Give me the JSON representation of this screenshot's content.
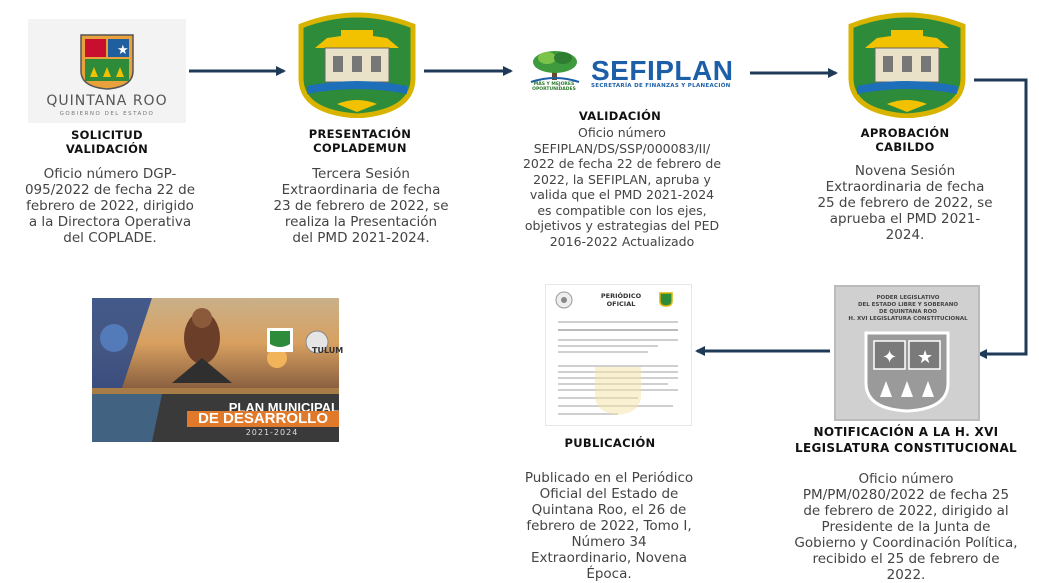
{
  "steps": [
    {
      "title_lines": [
        "SOLICITUD",
        "VALIDACIÓN"
      ],
      "body_lines": [
        "Oficio número DGP-",
        "095/2022 de fecha 22 de",
        "febrero de 2022, dirigido",
        "a la Directora Operativa",
        "del COPLADE."
      ]
    },
    {
      "title_lines": [
        "PRESENTACIÓN",
        "COPLADEMUN"
      ],
      "body_lines": [
        "Tercera Sesión",
        "Extraordinaria  de fecha",
        "23 de febrero de 2022, se",
        "realiza la Presentación",
        "del PMD 2021-2024."
      ]
    },
    {
      "title_lines": [
        "VALIDACIÓN"
      ],
      "body_lines": [
        "Oficio número",
        "SEFIPLAN/DS/SSP/000083/II/",
        "2022 de fecha 22 de febrero de",
        "2022, la SEFIPLAN, apruba y",
        "valida que el PMD 2021-2024",
        "es compatible con los ejes,",
        "objetivos y estrategias del PED",
        "2016-2022 Actualizado"
      ]
    },
    {
      "title_lines": [
        "APROBACIÓN",
        "CABILDO"
      ],
      "body_lines": [
        "Novena Sesión",
        "Extraordinaria  de fecha",
        "25 de febrero de 2022, se",
        "aprueba el PMD 2021-",
        "2024."
      ]
    },
    {
      "title_lines": [
        "NOTIFICACIÓN A LA H. XVI",
        "LEGISLATURA CONSTITUCIONAL"
      ],
      "body_lines": [
        "Oficio número",
        "PM/PM/0280/2022 de fecha 25",
        "de febrero de 2022, dirigido al",
        "Presidente de la Junta de",
        "Gobierno y Coordinación Política,",
        "recibido el 25 de febrero de",
        "2022."
      ]
    },
    {
      "title_lines": [
        "PUBLICACIÓN"
      ],
      "body_lines": [
        "Publicado en el Periódico",
        "Oficial del Estado de",
        "Quintana Roo, el 26 de",
        "febrero de 2022,  Tomo I,",
        "Número 34",
        "Extraordinario, Novena",
        "Época."
      ]
    }
  ],
  "logos": {
    "quintana_roo_name": "QUINTANA ROO",
    "quintana_roo_sub": "GOBIERNO DEL ESTADO",
    "sefiplan_name": "SEFIPLAN",
    "sefiplan_sub": "SECRETARÍA DE FINANZAS Y PLANEACIÓN",
    "sefiplan_motto": "MÁS Y MEJORES OPORTUNIDADES"
  },
  "cover": {
    "title_line1": "PLAN MUNICIPAL",
    "title_line2": "DE DESARROLLO",
    "years": "2021-2024",
    "tulum": "TULUM"
  },
  "periodico": {
    "title_line1": "PERIÓDICO",
    "title_line2": "OFICIAL"
  },
  "legislatura": {
    "head_line1": "PODER LEGISLATIVO",
    "head_line2": "DEL ESTADO LIBRE Y SOBERANO",
    "head_line3": "DE QUINTANA ROO",
    "head_line4": "H. XVI LEGISLATURA CONSTITUCIONAL"
  },
  "colors": {
    "arrow": "#1f3a58",
    "shield_green": "#2e8b3a",
    "shield_yellow": "#f2c200",
    "shield_red": "#c8102e",
    "sefiplan_blue": "#1c5fa8",
    "cover_orange": "#e07a2a"
  }
}
